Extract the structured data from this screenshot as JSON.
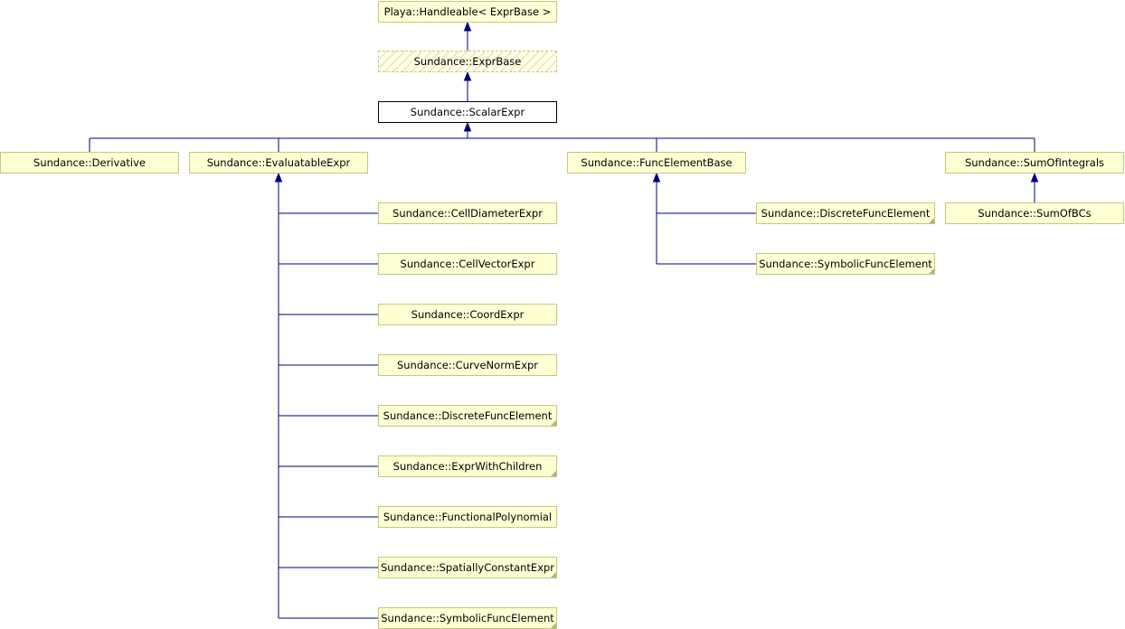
{
  "diagram": {
    "nodes": [
      {
        "id": "handleable",
        "label": "Playa::Handleable< ExprBase >",
        "style": "normal"
      },
      {
        "id": "exprbase",
        "label": "Sundance::ExprBase",
        "style": "template"
      },
      {
        "id": "scalarexpr",
        "label": "Sundance::ScalarExpr",
        "style": "current"
      },
      {
        "id": "derivative",
        "label": "Sundance::Derivative",
        "style": "normal"
      },
      {
        "id": "evaluatableexpr",
        "label": "Sundance::EvaluatableExpr",
        "style": "normal"
      },
      {
        "id": "funcelementbase",
        "label": "Sundance::FuncElementBase",
        "style": "normal"
      },
      {
        "id": "sumofintegrals",
        "label": "Sundance::SumOfIntegrals",
        "style": "normal"
      },
      {
        "id": "celldiameterexpr",
        "label": "Sundance::CellDiameterExpr",
        "style": "normal"
      },
      {
        "id": "cellvectorexpr",
        "label": "Sundance::CellVectorExpr",
        "style": "normal"
      },
      {
        "id": "coordexpr",
        "label": "Sundance::CoordExpr",
        "style": "normal"
      },
      {
        "id": "curvenormexpr",
        "label": "Sundance::CurveNormExpr",
        "style": "normal"
      },
      {
        "id": "discretefuncelement-a",
        "label": "Sundance::DiscreteFuncElement",
        "style": "truncated"
      },
      {
        "id": "exprwithchildren",
        "label": "Sundance::ExprWithChildren",
        "style": "truncated"
      },
      {
        "id": "functionalpolynomial",
        "label": "Sundance::FunctionalPolynomial",
        "style": "normal"
      },
      {
        "id": "spatiallyconstantexpr",
        "label": "Sundance::SpatiallyConstantExpr",
        "style": "truncated"
      },
      {
        "id": "symbolicfuncelement-a",
        "label": "Sundance::SymbolicFuncElement",
        "style": "truncated"
      },
      {
        "id": "discretefuncelement-b",
        "label": "Sundance::DiscreteFuncElement",
        "style": "truncated"
      },
      {
        "id": "symbolicfuncelement-b",
        "label": "Sundance::SymbolicFuncElement",
        "style": "truncated"
      },
      {
        "id": "sumofbcs",
        "label": "Sundance::SumOfBCs",
        "style": "normal"
      }
    ],
    "edges": [
      {
        "from": "exprbase",
        "to": "handleable"
      },
      {
        "from": "scalarexpr",
        "to": "exprbase"
      },
      {
        "from": "derivative",
        "to": "scalarexpr"
      },
      {
        "from": "evaluatableexpr",
        "to": "scalarexpr"
      },
      {
        "from": "funcelementbase",
        "to": "scalarexpr"
      },
      {
        "from": "sumofintegrals",
        "to": "scalarexpr"
      },
      {
        "from": "celldiameterexpr",
        "to": "evaluatableexpr"
      },
      {
        "from": "cellvectorexpr",
        "to": "evaluatableexpr"
      },
      {
        "from": "coordexpr",
        "to": "evaluatableexpr"
      },
      {
        "from": "curvenormexpr",
        "to": "evaluatableexpr"
      },
      {
        "from": "discretefuncelement-a",
        "to": "evaluatableexpr"
      },
      {
        "from": "exprwithchildren",
        "to": "evaluatableexpr"
      },
      {
        "from": "functionalpolynomial",
        "to": "evaluatableexpr"
      },
      {
        "from": "spatiallyconstantexpr",
        "to": "evaluatableexpr"
      },
      {
        "from": "symbolicfuncelement-a",
        "to": "evaluatableexpr"
      },
      {
        "from": "discretefuncelement-b",
        "to": "funcelementbase"
      },
      {
        "from": "symbolicfuncelement-b",
        "to": "funcelementbase"
      },
      {
        "from": "sumofbcs",
        "to": "sumofintegrals"
      }
    ],
    "colors": {
      "node_fill": "#ffffd4",
      "node_border": "#c6c67e",
      "current_fill": "#ffffff",
      "current_border": "#000000",
      "edge": "#000080",
      "text": "#000000"
    }
  }
}
